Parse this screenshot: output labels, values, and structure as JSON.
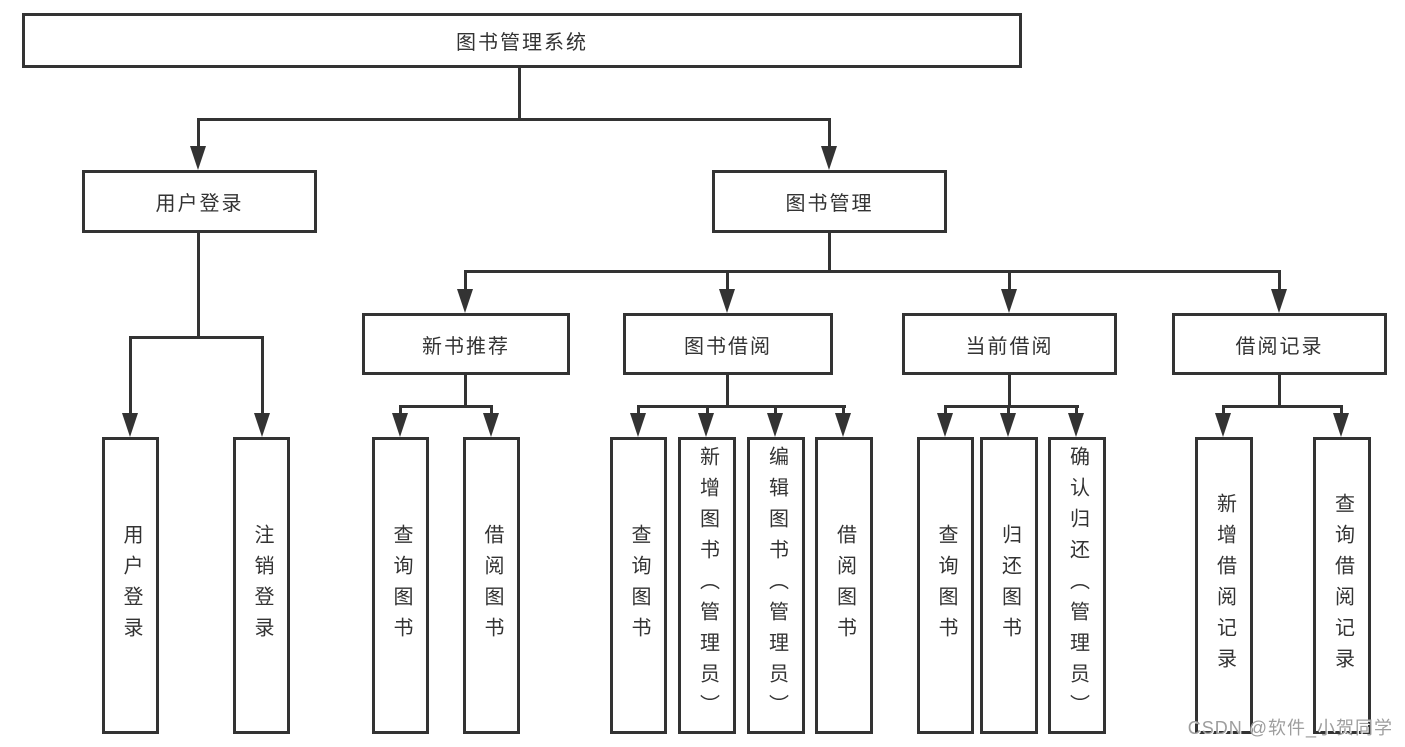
{
  "nodes": {
    "root": "图书管理系统",
    "level2": {
      "user_login": "用户登录",
      "book_mgmt": "图书管理"
    },
    "level3": {
      "new_book": "新书推荐",
      "borrow": "图书借阅",
      "current": "当前借阅",
      "records": "借阅记录"
    },
    "leaves": {
      "user_login": [
        "用户登录",
        "注销登录"
      ],
      "new_book": [
        "查询图书",
        "借阅图书"
      ],
      "borrow": [
        "查询图书",
        "新增图书（管理员）",
        "编辑图书（管理员）",
        "借阅图书"
      ],
      "current": [
        "查询图书",
        "归还图书",
        "确认归还（管理员）"
      ],
      "records": [
        "新增借阅记录",
        "查询借阅记录"
      ]
    }
  },
  "watermark": "CSDN @软件_小贺同学",
  "colors": {
    "line": "#333333",
    "text": "#333333",
    "background": "#ffffff",
    "watermark": "#9e9e9e"
  }
}
